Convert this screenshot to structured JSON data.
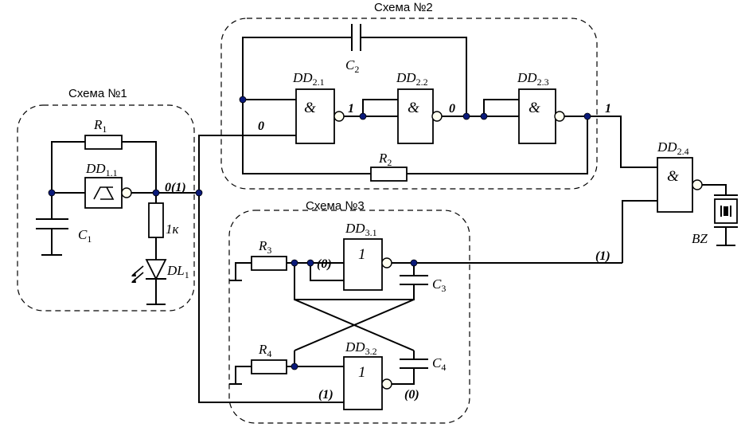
{
  "blocks": {
    "scheme1": "Схема №1",
    "scheme2": "Схема №2",
    "scheme3": "Схема №3"
  },
  "components": {
    "r1": {
      "main": "R",
      "sub": "1"
    },
    "r2": {
      "main": "R",
      "sub": "2"
    },
    "r3": {
      "main": "R",
      "sub": "3"
    },
    "r4": {
      "main": "R",
      "sub": "4"
    },
    "r_1k": "1к",
    "c1": {
      "main": "C",
      "sub": "1"
    },
    "c2": {
      "main": "C",
      "sub": "2"
    },
    "c3": {
      "main": "C",
      "sub": "3"
    },
    "c4": {
      "main": "C",
      "sub": "4"
    },
    "dd11": {
      "main": "DD",
      "sub": "1.1"
    },
    "dd21": {
      "main": "DD",
      "sub": "2.1"
    },
    "dd22": {
      "main": "DD",
      "sub": "2.2"
    },
    "dd23": {
      "main": "DD",
      "sub": "2.3"
    },
    "dd24": {
      "main": "DD",
      "sub": "2.4"
    },
    "dd31": {
      "main": "DD",
      "sub": "3.1"
    },
    "dd32": {
      "main": "DD",
      "sub": "3.2"
    },
    "dl1": {
      "main": "DL",
      "sub": "1"
    },
    "bz": "BZ"
  },
  "gate_symbols": {
    "and": "&",
    "not": "1"
  },
  "levels": {
    "s1_out": "0(1)",
    "dd21_in": "0",
    "dd21_out": "1",
    "dd22_out": "0",
    "dd23_out": "1",
    "s3_out": "(1)",
    "dd31_in": "(0)",
    "dd32_in": "(1)",
    "dd32_out": "(0)"
  },
  "colors": {
    "wire": "#000000",
    "node": "#0a1a7a",
    "bubble": "#fffff0"
  }
}
